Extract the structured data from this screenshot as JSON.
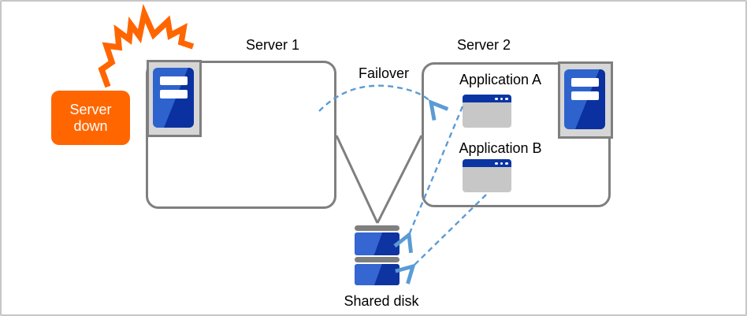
{
  "labels": {
    "server1": "Server 1",
    "server2": "Server 2",
    "failover": "Failover",
    "application_a": "Application A",
    "application_b": "Application B",
    "shared_disk": "Shared disk",
    "server_down_line1": "Server",
    "server_down_line2": "down"
  },
  "colors": {
    "alert_orange": "#ff6600",
    "connector_gray": "#7f7f7f",
    "dashed_arrow_blue": "#5b9bd5",
    "server_blue_light": "#2e63cd",
    "server_blue_dark": "#0b31a0",
    "window_titlebar_blue": "#0b35a3",
    "window_body_gray": "#c7c7c7",
    "icon_bezel_gray": "#d6d6d6"
  }
}
